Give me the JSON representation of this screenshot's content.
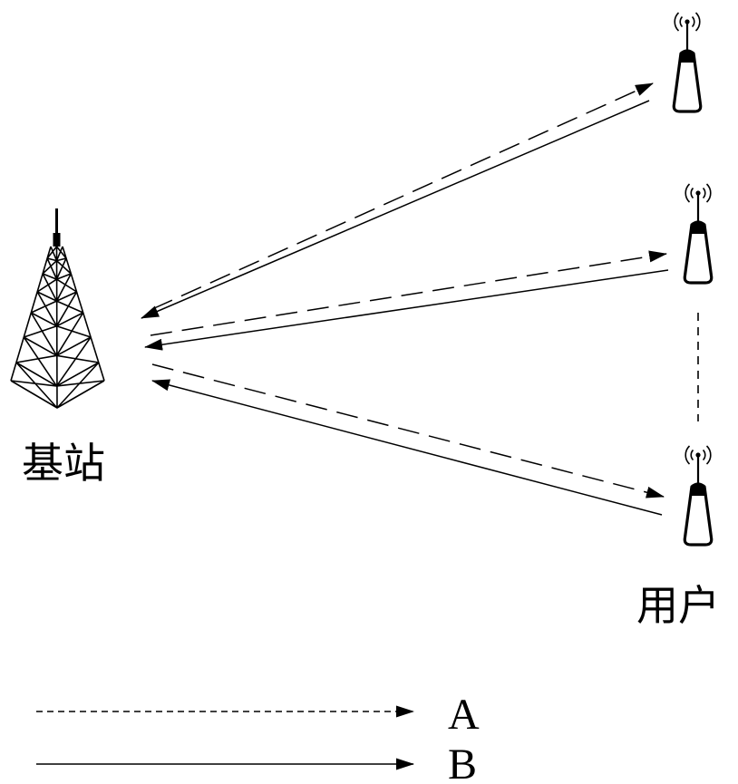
{
  "colors": {
    "ink": "#000000",
    "background": "#ffffff"
  },
  "icons": {
    "base_station": "base-station-tower-icon",
    "user_device": "user-device-icon"
  },
  "labels": {
    "base_station": "基站",
    "users": "用户"
  },
  "legend": {
    "a_label": "A",
    "b_label": "B"
  }
}
